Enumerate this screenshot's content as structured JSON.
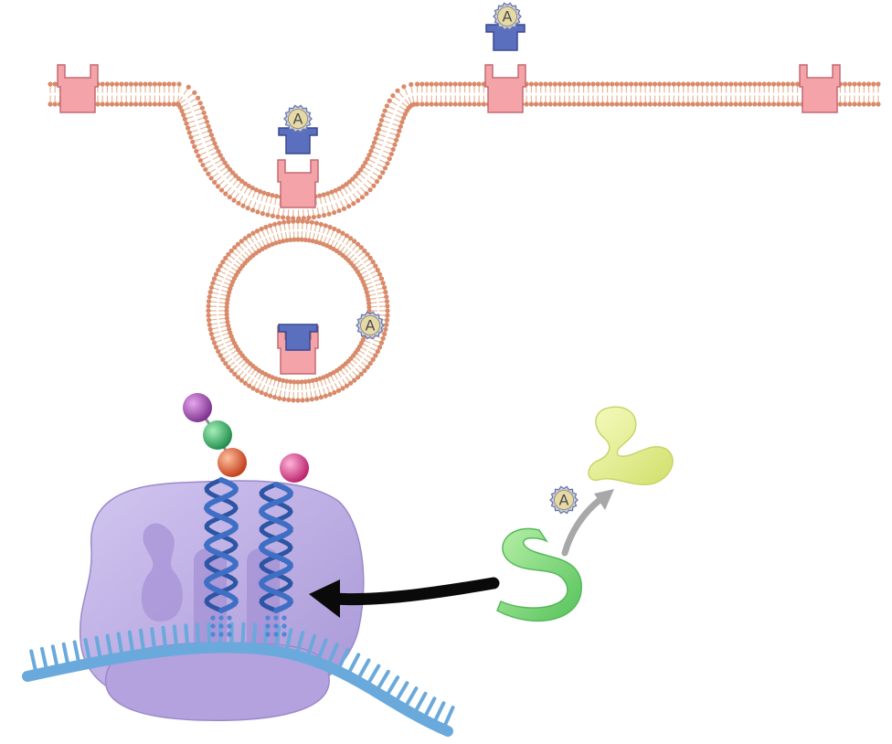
{
  "labels": {
    "ligand_letter": "A"
  },
  "colors": {
    "membrane_head": "#d98a6a",
    "membrane_tail": "#e6b89a",
    "receptor": "#f4a3a8",
    "receptor_stroke": "#c46b72",
    "ligand_carrier": "#5b6fbf",
    "ligand_badge": "#c9cfe2",
    "ribosome": "#b9a8e0",
    "trna": "#3f6fc4",
    "mrna": "#6aa9dc",
    "protein_unfolded": "#7fd47a",
    "protein_folded": "#e2ef8a",
    "aa_purple": "#a64bb3",
    "aa_green": "#3db36a",
    "aa_orange": "#e8613a",
    "aa_pink": "#e0428f",
    "arrow_black": "#0a0a0a",
    "arrow_gray": "#a8a8a8"
  },
  "icons": {
    "ligand": "ligand-a-icon",
    "receptor": "receptor-icon",
    "membrane": "phospholipid-bilayer",
    "vesicle": "vesicle-icon",
    "ribosome": "ribosome-icon",
    "trna": "trna-icon",
    "mrna": "mrna-strand",
    "protein": "protein-chain-icon"
  }
}
